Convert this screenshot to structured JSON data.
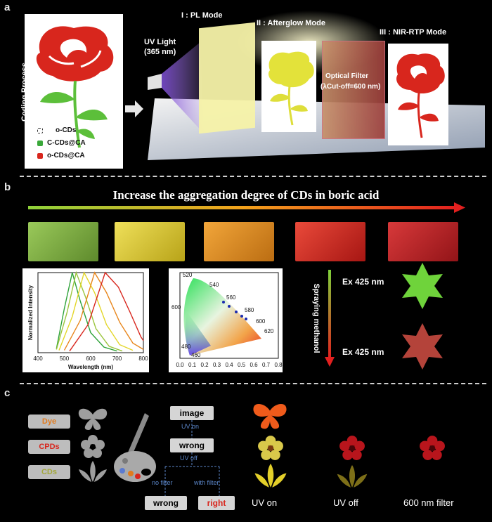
{
  "panel_a": {
    "letter": "a",
    "side_label": "Coding Process",
    "legend": [
      {
        "label": "o-CDs",
        "color": "#ffffff"
      },
      {
        "label": "C-CDs@CA",
        "color": "#3aa83a"
      },
      {
        "label": "o-CDs@CA",
        "color": "#d8261d"
      }
    ],
    "uv_light": "UV Light",
    "uv_wavelength": "(365 nm)",
    "mode_pl": "I : PL Mode",
    "mode_afterglow": "II : Afterglow Mode",
    "mode_nir": "III : NIR-RTP Mode",
    "filter_title": "Optical Filter",
    "filter_value": "(λCut-off=600 nm)"
  },
  "panel_b": {
    "letter": "b",
    "arrow_title": "Increase the aggregation degree of CDs in boric acid",
    "box_colors": [
      "#7fb043",
      "#d6c92e",
      "#e08d1d",
      "#d8261d",
      "#c81d22"
    ],
    "spectrum": {
      "ylabel": "Normalized Intensity",
      "xlabel": "Wavelength (nm)",
      "xticks": [
        "400",
        "500",
        "600",
        "700",
        "800"
      ]
    },
    "cie": {
      "xticks": [
        "0.0",
        "0.1",
        "0.2",
        "0.3",
        "0.4",
        "0.5",
        "0.6",
        "0.7",
        "0.8"
      ],
      "wavelength_labels": [
        "520",
        "540",
        "560",
        "580",
        "600",
        "620",
        "600",
        "480",
        "460"
      ]
    },
    "spraying": "Spraying methanol",
    "ex_top": "Ex 425 nm",
    "ex_bottom": "Ex 425 nm"
  },
  "panel_c": {
    "letter": "c",
    "pills": [
      "Dye",
      "CPDs",
      "CDs"
    ],
    "flow": {
      "image": "image",
      "uv_on": "UV on",
      "wrong": "wrong",
      "uv_off": "UV off",
      "no_filter": "no filter",
      "with_filter": "with filter",
      "wrong2": "wrong",
      "right": "right"
    },
    "captions": [
      "UV on",
      "UV off",
      "600 nm filter"
    ]
  },
  "chart_data": {
    "type": "line",
    "xlabel": "Wavelength (nm)",
    "ylabel": "Normalized Intensity",
    "xlim": [
      400,
      800
    ],
    "ylim": [
      0,
      1
    ],
    "series": [
      {
        "color": "#2fa33a",
        "peak": 530,
        "x": [
          470,
          500,
          530,
          560,
          600,
          650,
          700
        ],
        "values": [
          0.05,
          0.55,
          1.0,
          0.65,
          0.25,
          0.07,
          0.02
        ]
      },
      {
        "color": "#9bc53d",
        "peak": 545,
        "x": [
          470,
          510,
          545,
          580,
          620,
          670,
          720
        ],
        "values": [
          0.04,
          0.5,
          1.0,
          0.7,
          0.3,
          0.08,
          0.02
        ]
      },
      {
        "color": "#e3d628",
        "peak": 575,
        "x": [
          480,
          530,
          575,
          615,
          660,
          710,
          760
        ],
        "values": [
          0.03,
          0.45,
          1.0,
          0.75,
          0.35,
          0.1,
          0.03
        ]
      },
      {
        "color": "#e8861c",
        "peak": 615,
        "x": [
          500,
          560,
          615,
          660,
          710,
          760,
          800
        ],
        "values": [
          0.03,
          0.4,
          1.0,
          0.75,
          0.38,
          0.12,
          0.04
        ]
      },
      {
        "color": "#d8261d",
        "peak": 655,
        "x": [
          520,
          590,
          655,
          705,
          750,
          790,
          800
        ],
        "values": [
          0.02,
          0.35,
          1.0,
          0.82,
          0.5,
          0.2,
          0.15
        ]
      }
    ]
  }
}
